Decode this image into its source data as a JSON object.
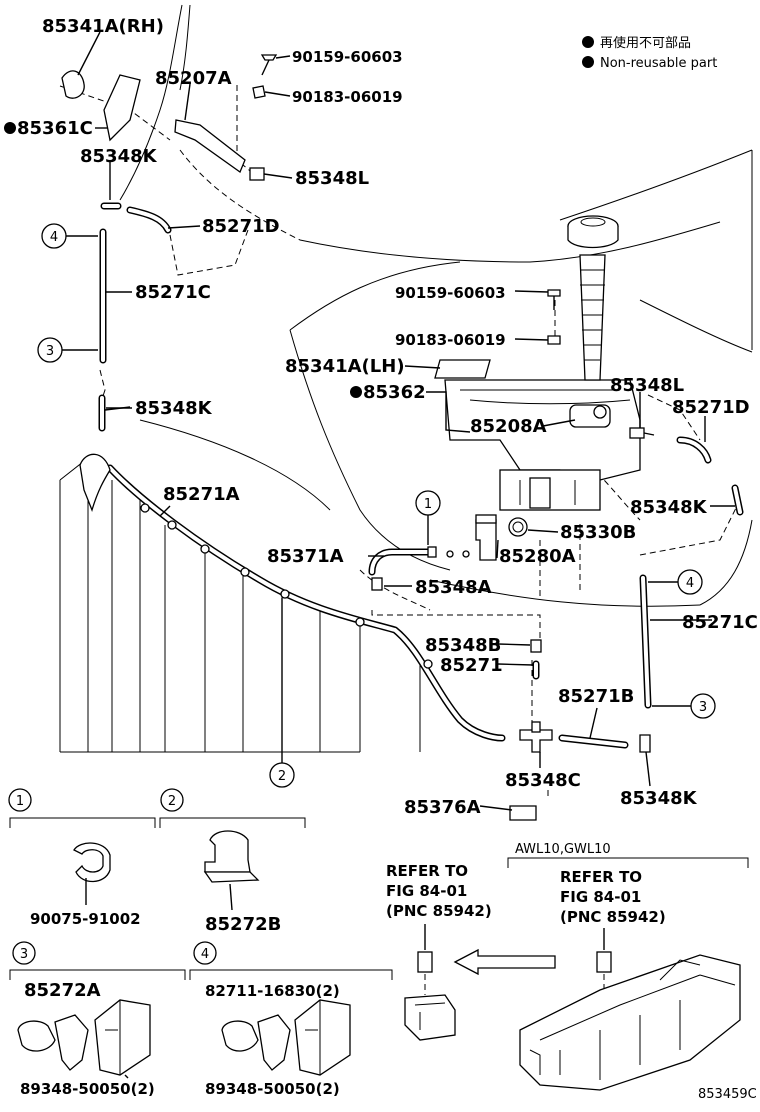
{
  "legend": {
    "jp": "再使用不可部品",
    "en": "Non-reusable part"
  },
  "parts": {
    "p85341A_RH": "85341A(RH)",
    "p85207A": "85207A",
    "p90159_top": "90159-60603",
    "p90183_top": "90183-06019",
    "p85361C": "85361C",
    "p85348K_a": "85348K",
    "p85348L_a": "85348L",
    "p85271D_a": "85271D",
    "p85271C_a": "85271C",
    "p90159_mid": "90159-60603",
    "p90183_mid": "90183-06019",
    "p85341A_LH": "85341A(LH)",
    "p85362": "85362",
    "p85348L_b": "85348L",
    "p85271D_b": "85271D",
    "p85208A": "85208A",
    "p85348K_b": "85348K",
    "p85271A": "85271A",
    "p85348K_c": "85348K",
    "p85330B": "85330B",
    "p85371A": "85371A",
    "p85280A": "85280A",
    "p85348A": "85348A",
    "p85271C_b": "85271C",
    "p85348B": "85348B",
    "p85271": "85271",
    "p85271B": "85271B",
    "p85348C": "85348C",
    "p85348K_d": "85348K",
    "p85376A": "85376A"
  },
  "callouts": [
    "1",
    "2",
    "3",
    "4"
  ],
  "detail_boxes": {
    "b1": {
      "num": "1",
      "part": "90075-91002"
    },
    "b2": {
      "num": "2",
      "part": "85272B"
    },
    "b3": {
      "num": "3",
      "part_top": "85272A",
      "part_bottom": "89348-50050(2)"
    },
    "b4": {
      "num": "4",
      "part_top": "82711-16830(2)",
      "part_bottom": "89348-50050(2)"
    }
  },
  "refer_left": {
    "l1": "REFER TO",
    "l2": "FIG 84-01",
    "l3": "(PNC 85942)"
  },
  "refer_right": {
    "model": "AWL10,GWL10",
    "l1": "REFER TO",
    "l2": "FIG 84-01",
    "l3": "(PNC 85942)"
  },
  "figure_code": "853459C"
}
